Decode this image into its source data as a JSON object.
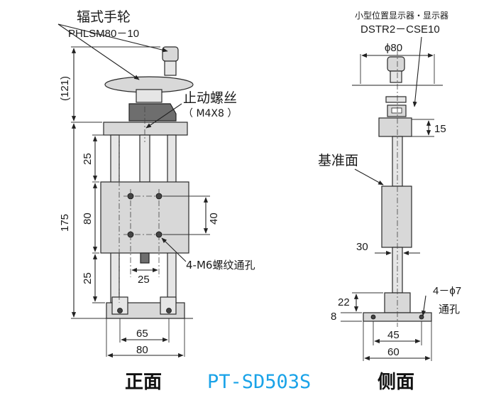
{
  "labels": {
    "handwheel": "辐式手轮",
    "handwheel_model": "PHLSM80－10",
    "stop_screw": "止动螺丝",
    "stop_screw_spec": "（ M4X8 ）",
    "indicator": "小型位置显示器・显示器",
    "indicator_model": "DSTR2－CSE10",
    "datum_face": "基准面",
    "thread_holes": "4-M6螺纹通孔",
    "through_holes_count": "4－ϕ7",
    "through_holes": "通孔",
    "front_view": "正面",
    "side_view": "侧面",
    "model": "PT-SD503S"
  },
  "dimensions": {
    "height_top": "(121)",
    "height_total": "175",
    "seg_top": "25",
    "seg_mid": "80",
    "seg_bottom": "25",
    "hole_pitch_v": "40",
    "hole_pitch_h": "25",
    "base_65": "65",
    "base_80": "80",
    "wheel_dia": "ϕ80",
    "indicator_h": "15",
    "rail_30": "30",
    "dim_22": "22",
    "dim_8": "8",
    "side_45": "45",
    "side_60": "60"
  },
  "colors": {
    "model_text": "#1aa3e8",
    "body_fill": "#d8d8d8",
    "line": "#222222"
  }
}
